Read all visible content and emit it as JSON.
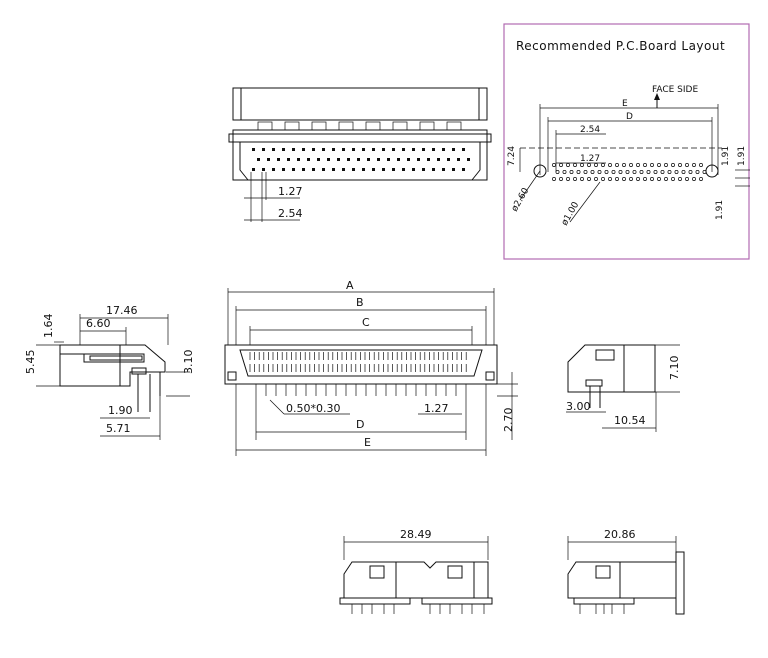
{
  "pcb_box": {
    "title": "Recommended P.C.Board Layout",
    "face_side": "FACE SIDE",
    "labels": {
      "e": "E",
      "d": "D",
      "p254": "2.54",
      "p127": "1.27",
      "v724": "7.24",
      "v191a": "1.91",
      "v191b": "1.91",
      "v191c": "1.91",
      "d260": "ø2.60",
      "d100": "ø1.00"
    },
    "border_color": "#b26bb2"
  },
  "top_view": {
    "labels": {
      "p127": "1.27",
      "p254": "2.54"
    }
  },
  "front_view": {
    "labels": {
      "a": "A",
      "b": "B",
      "c": "C",
      "d": "D",
      "e": "E",
      "pin": "0.50*0.30",
      "pitch": "1.27",
      "h270": "2.70"
    }
  },
  "side_left": {
    "labels": {
      "w1746": "17.46",
      "w660": "6.60",
      "h164": "1.64",
      "h545": "5.45",
      "h310": "3.10",
      "w190": "1.90",
      "w571": "5.71"
    }
  },
  "side_right": {
    "labels": {
      "h710": "7.10",
      "w300": "3.00",
      "w1054": "10.54"
    }
  },
  "bottom_left": {
    "labels": {
      "w2849": "28.49"
    }
  },
  "bottom_right": {
    "labels": {
      "w2086": "20.86"
    }
  }
}
